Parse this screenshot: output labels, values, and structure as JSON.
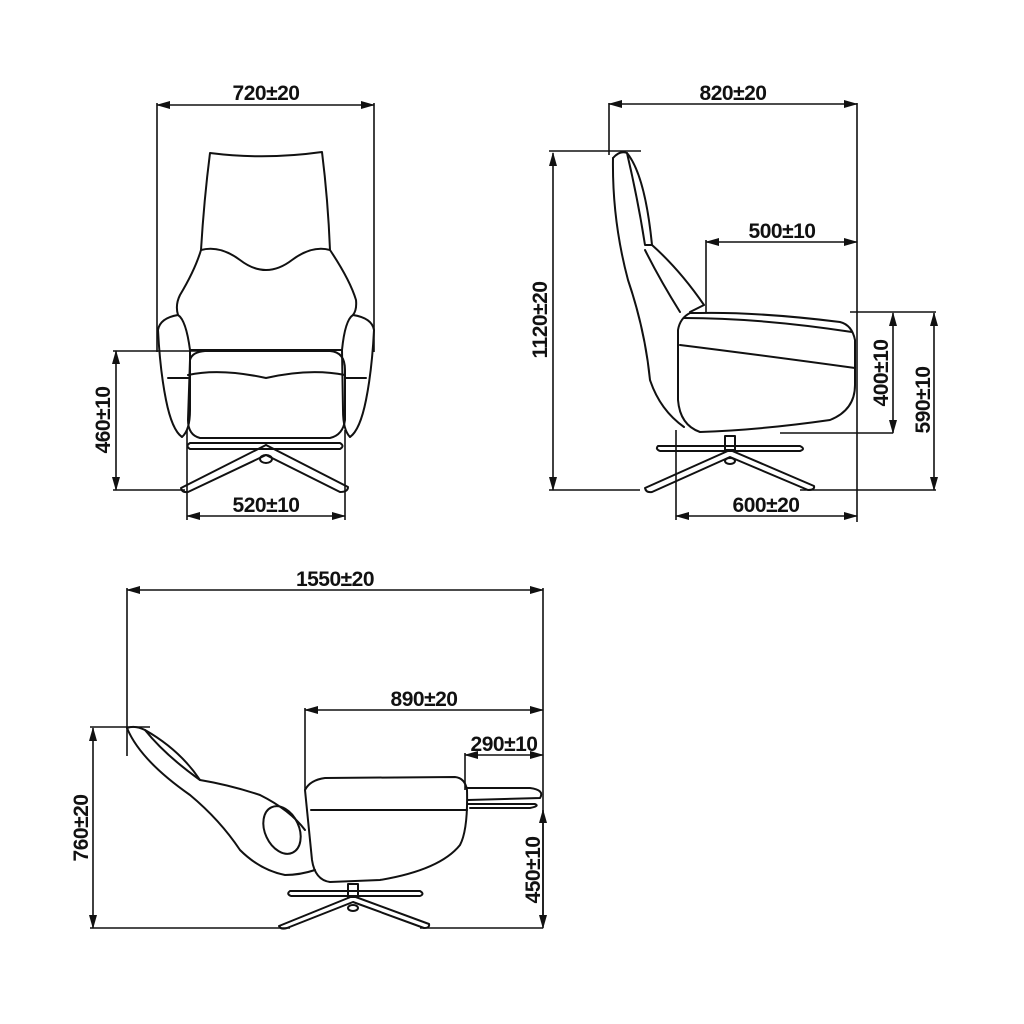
{
  "diagram": {
    "subject": "Swivel recliner armchair dimension drawing",
    "units": "mm",
    "views": [
      {
        "name": "front",
        "dimensions": {
          "overall_width": "720±20",
          "seat_height": "460±10",
          "base_width": "520±10"
        }
      },
      {
        "name": "side",
        "dimensions": {
          "overall_depth": "820±20",
          "overall_height": "1120±20",
          "seat_depth": "500±10",
          "seat_height": "400±10",
          "arm_height": "590±10",
          "base_depth": "600±20"
        }
      },
      {
        "name": "reclined",
        "dimensions": {
          "reclined_length": "1550±20",
          "seat_to_footrest": "890±20",
          "footrest_extension": "290±10",
          "reclined_height": "760±20",
          "footrest_height": "450±10"
        }
      }
    ],
    "colors": {
      "line": "#111111",
      "background": "#ffffff"
    }
  }
}
